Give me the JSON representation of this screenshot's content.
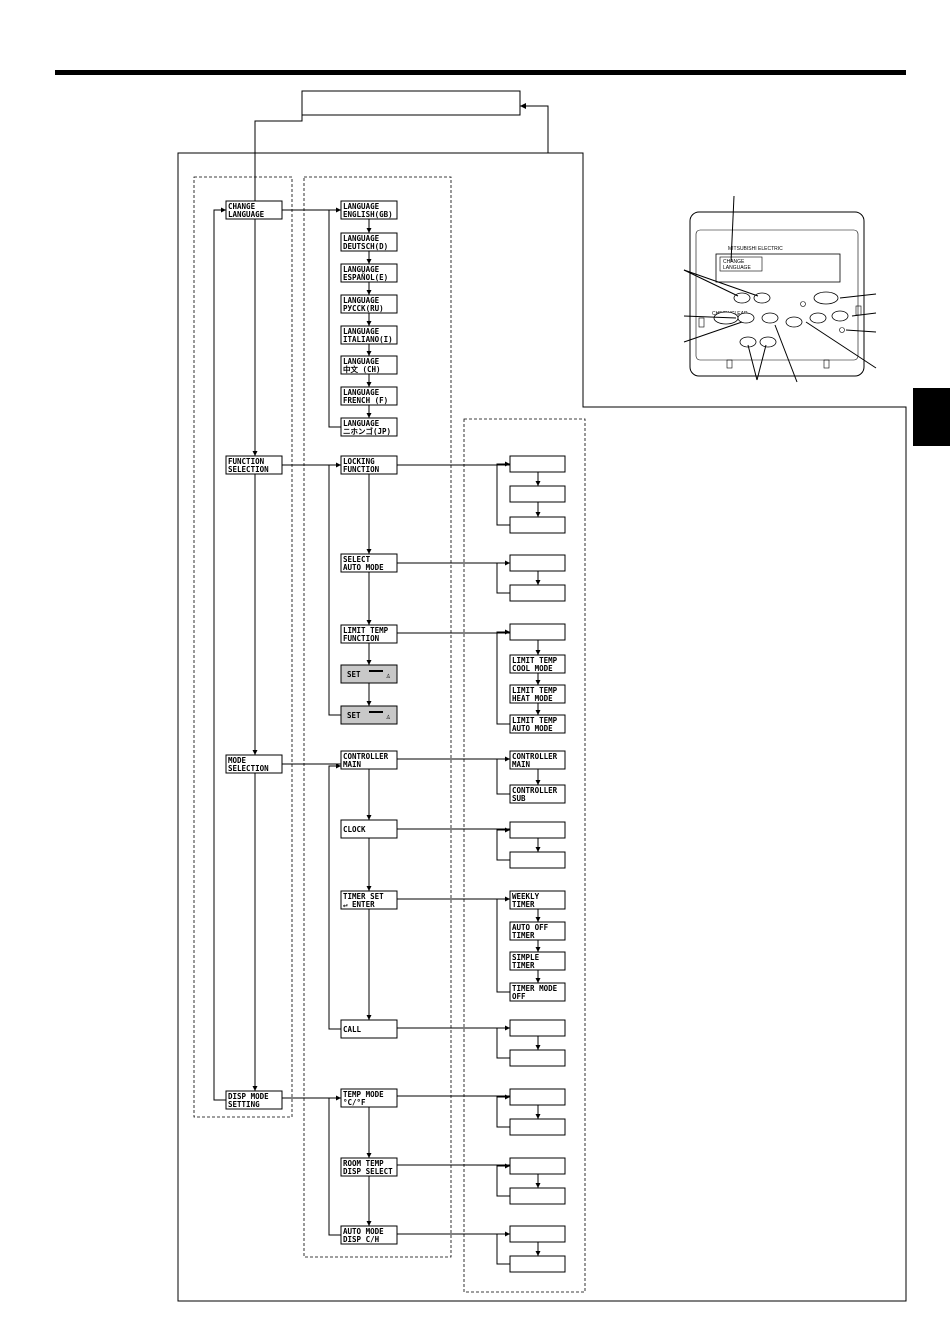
{
  "menu_main": [
    {
      "l1": "CHANGE",
      "l2": "LANGUAGE"
    },
    {
      "l1": "FUNCTION",
      "l2": "SELECTION"
    },
    {
      "l1": "MODE",
      "l2": "SELECTION"
    },
    {
      "l1": "DISP MODE",
      "l2": "SETTING"
    }
  ],
  "languages": [
    {
      "l1": "LANGUAGE",
      "l2": "ENGLISH(GB)"
    },
    {
      "l1": "LANGUAGE",
      "l2": "DEUTSCH(D)"
    },
    {
      "l1": "LANGUAGE",
      "l2": "ESPAÑOL(E)"
    },
    {
      "l1": "LANGUAGE",
      "l2": "РУССК(RU)"
    },
    {
      "l1": "LANGUAGE",
      "l2": "ITALIANO(I)"
    },
    {
      "l1": "LANGUAGE",
      "l2": "中文 (CH)"
    },
    {
      "l1": "LANGUAGE",
      "l2": "FRENCH (F)"
    },
    {
      "l1": "LANGUAGE",
      "l2": "ニホンゴ(JP)"
    }
  ],
  "function_items": [
    {
      "l1": "LOCKING",
      "l2": "FUNCTION"
    },
    {
      "l1": "SELECT",
      "l2": "AUTO MODE"
    },
    {
      "l1": "LIMIT TEMP",
      "l2": "FUNCTION"
    }
  ],
  "set_labels": [
    "SET",
    "SET"
  ],
  "mode_items": [
    {
      "l1": "CONTROLLER",
      "l2": "MAIN"
    },
    {
      "l1": "CLOCK",
      "l2": ""
    },
    {
      "l1": "TIMER SET",
      "l2": "↵ ENTER"
    },
    {
      "l1": "CALL",
      "l2": ""
    }
  ],
  "disp_items": [
    {
      "l1": "TEMP MODE",
      "l2": "°C/°F"
    },
    {
      "l1": "ROOM TEMP",
      "l2": "DISP SELECT"
    },
    {
      "l1": "AUTO MODE",
      "l2": "DISP C/H"
    }
  ],
  "limit_temp_modes": [
    {
      "l1": "LIMIT TEMP",
      "l2": "COOL MODE"
    },
    {
      "l1": "LIMIT TEMP",
      "l2": "HEAT MODE"
    },
    {
      "l1": "LIMIT TEMP",
      "l2": "AUTO MODE"
    }
  ],
  "controller_options": [
    {
      "l1": "CONTROLLER",
      "l2": "MAIN"
    },
    {
      "l1": "CONTROLLER",
      "l2": "SUB"
    }
  ],
  "timer_options": [
    {
      "l1": "WEEKLY",
      "l2": "TIMER"
    },
    {
      "l1": "AUTO OFF",
      "l2": "TIMER"
    },
    {
      "l1": "SIMPLE",
      "l2": "TIMER"
    },
    {
      "l1": "TIMER MODE",
      "l2": "OFF"
    }
  ],
  "remote": {
    "brand": "MITSUBISHI ELECTRIC",
    "lcd_l1": "CHANGE",
    "lcd_l2": "LANGUAGE",
    "check_label": "CHECK/CLEAR"
  }
}
